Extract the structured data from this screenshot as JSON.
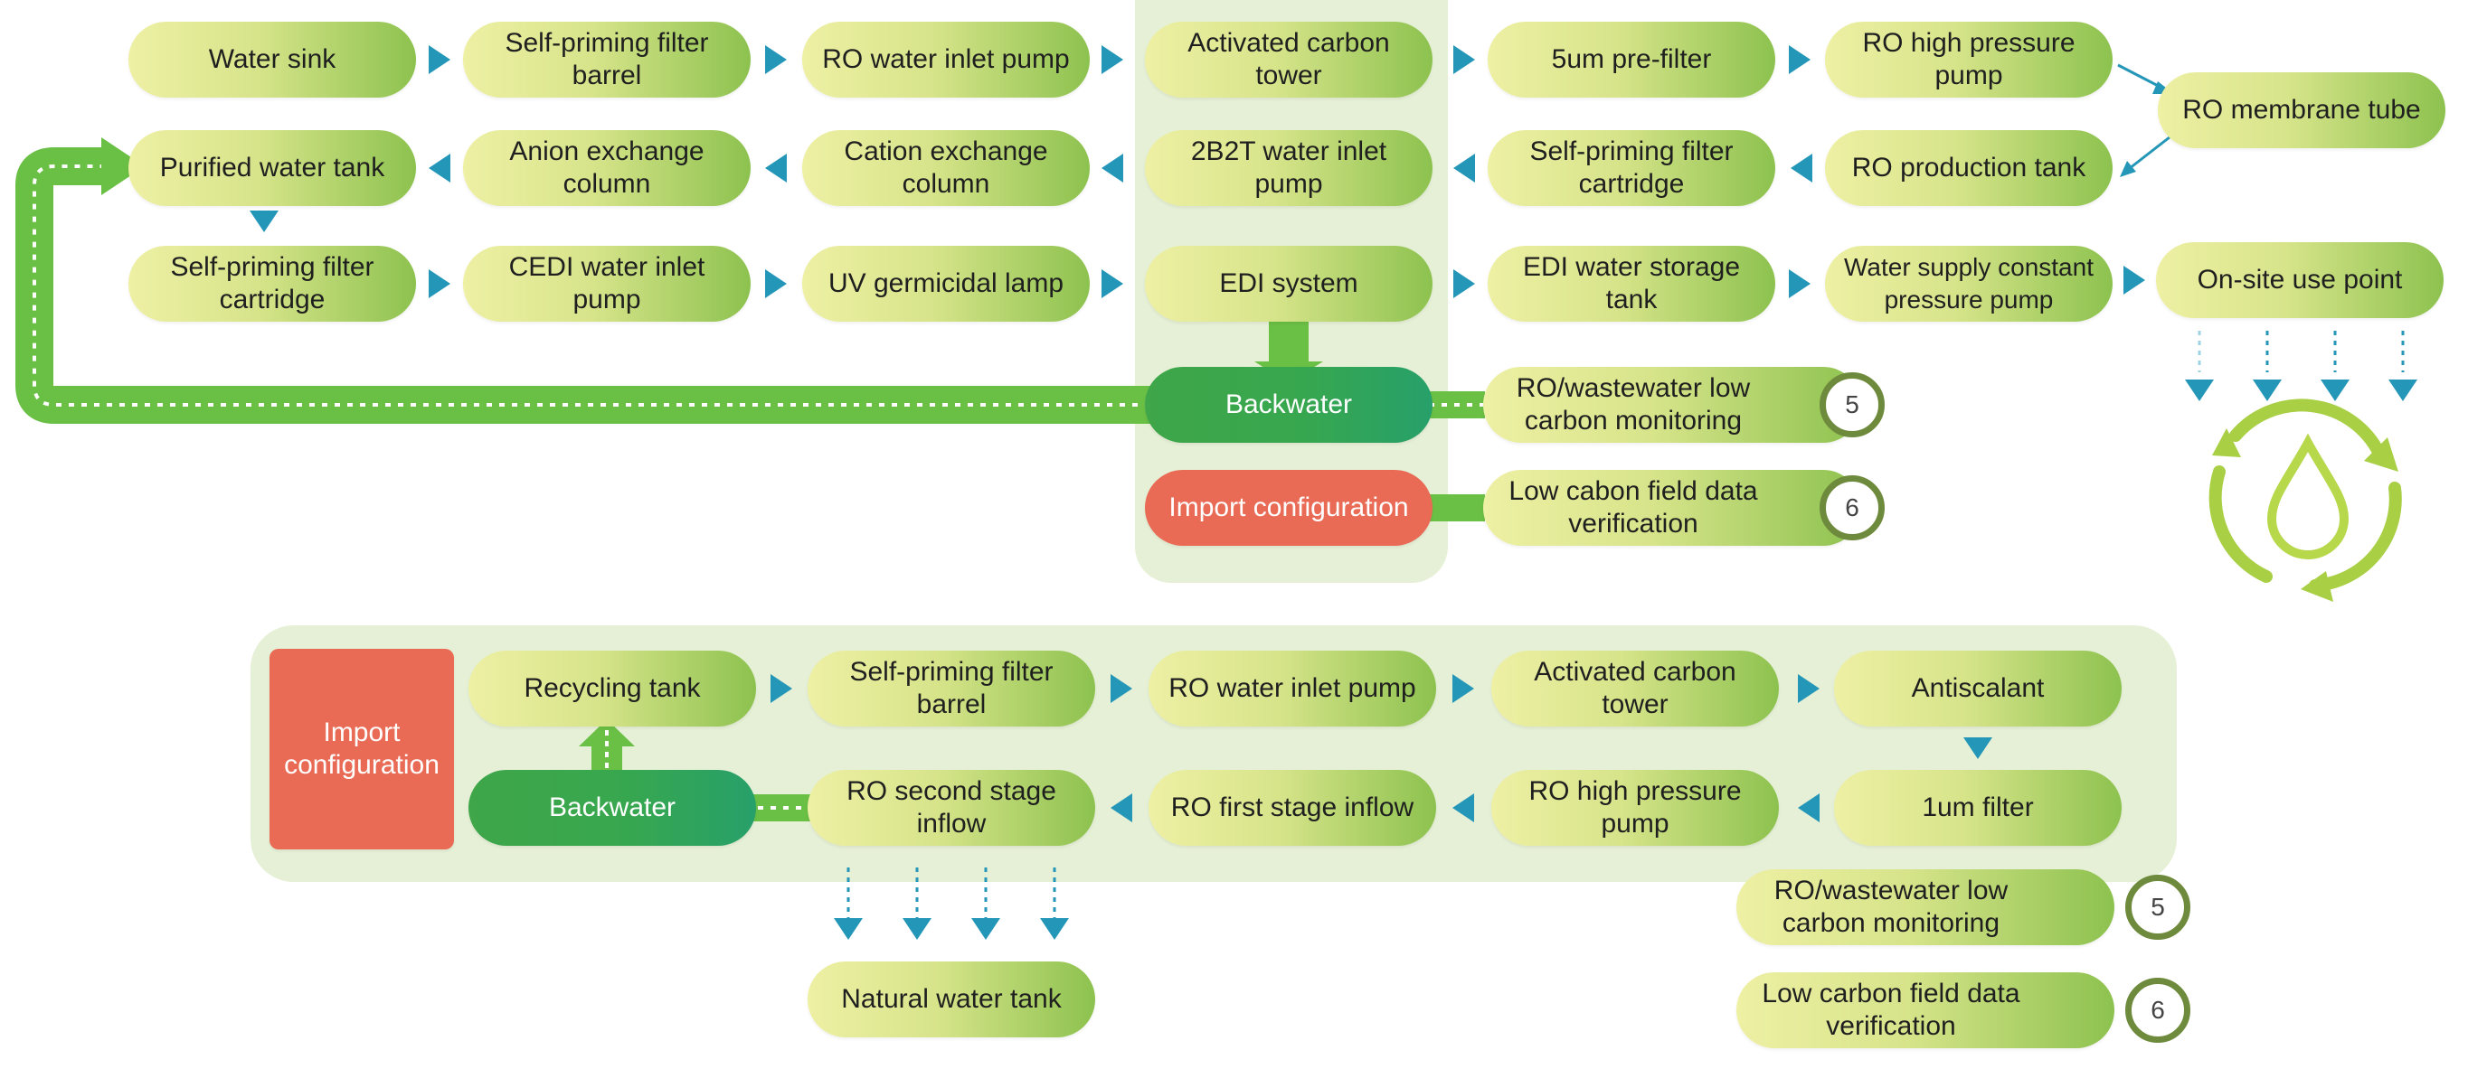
{
  "colors": {
    "node_light": "#eef0a4",
    "node_dark": "#8dc24f",
    "backwater": "#3aa64e",
    "import": "#e96b55",
    "panel": "#e6f0d6",
    "arrow": "#2496b8",
    "pipe": "#6abf45",
    "badge_ring": "#6e8a3c"
  },
  "top": {
    "row1": [
      "Water sink",
      "Self-priming filter barrel",
      "RO water inlet pump",
      "Activated carbon tower",
      "5um pre-filter",
      "RO high pressure pump"
    ],
    "membrane": "RO membrane tube",
    "row2": [
      "Purified water tank",
      "Anion exchange column",
      "Cation exchange column",
      "2B2T water inlet pump",
      "Self-priming filter cartridge",
      "RO production tank"
    ],
    "row3": [
      "Self-priming filter cartridge",
      "CEDI water inlet pump",
      "UV germicidal lamp",
      "EDI system",
      "EDI water storage tank",
      "Water supply constant pressure pump",
      "On-site use point"
    ],
    "backwater": "Backwater",
    "import": "Import configuration",
    "monitoring": "RO/wastewater low carbon monitoring",
    "verification": "Low cabon field data verification",
    "badge5": "5",
    "badge6": "6",
    "recycle_icon": "water-drop-recycle-icon"
  },
  "bottom": {
    "import": "Import configuration",
    "row1": [
      "Recycling tank",
      "Self-priming filter barrel",
      "RO water inlet pump",
      "Activated carbon tower",
      "Antiscalant"
    ],
    "row2": [
      "Backwater",
      "RO second stage inflow",
      "RO first stage inflow",
      "RO high pressure pump",
      "1um filter"
    ],
    "natural_tank": "Natural water tank",
    "monitoring": "RO/wastewater low carbon monitoring",
    "verification": "Low carbon field data verification",
    "badge5": "5",
    "badge6": "6"
  }
}
